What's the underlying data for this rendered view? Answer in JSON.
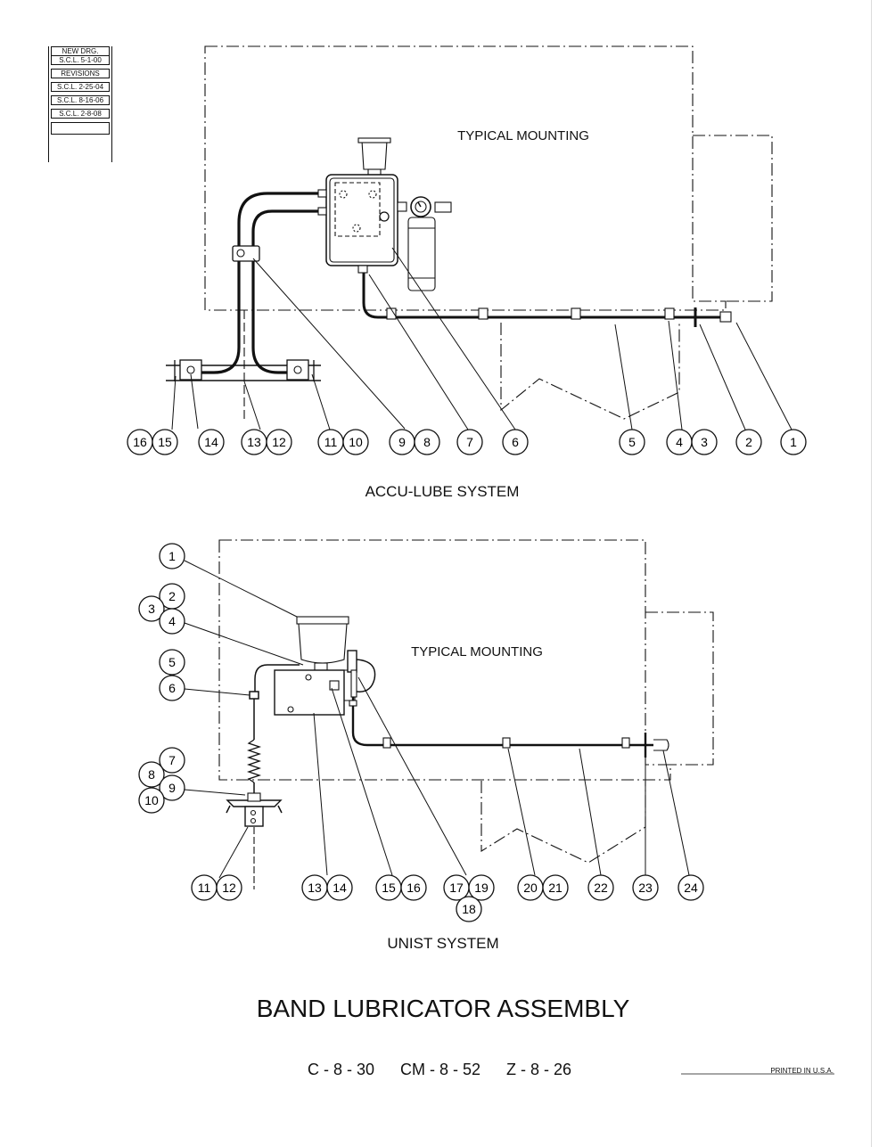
{
  "revision_block": {
    "new_drg_label": "NEW DRG.",
    "new_drg_date": "S.C.L. 5-1-00",
    "revisions_label": "REVISIONS",
    "revisions": [
      "S.C.L. 2-25-04",
      "S.C.L. 8-16-06",
      "S.C.L. 2-8-08"
    ]
  },
  "accu_lube": {
    "mounting_label": "TYPICAL MOUNTING",
    "caption": "ACCU-LUBE SYSTEM",
    "callouts": [
      {
        "id": "16-15",
        "numbers": [
          "16",
          "15"
        ]
      },
      {
        "id": "14",
        "numbers": [
          "14"
        ]
      },
      {
        "id": "13-12",
        "numbers": [
          "13",
          "12"
        ]
      },
      {
        "id": "11-10",
        "numbers": [
          "11",
          "10"
        ]
      },
      {
        "id": "9-8",
        "numbers": [
          "9",
          "8"
        ]
      },
      {
        "id": "7",
        "numbers": [
          "7"
        ]
      },
      {
        "id": "6",
        "numbers": [
          "6"
        ]
      },
      {
        "id": "5",
        "numbers": [
          "5"
        ]
      },
      {
        "id": "4-3",
        "numbers": [
          "4",
          "3"
        ]
      },
      {
        "id": "2",
        "numbers": [
          "2"
        ]
      },
      {
        "id": "1",
        "numbers": [
          "1"
        ]
      }
    ]
  },
  "unist": {
    "mounting_label": "TYPICAL MOUNTING",
    "caption": "UNIST SYSTEM",
    "left_callouts": [
      "1",
      "2",
      "3",
      "4",
      "5",
      "6",
      "7",
      "8",
      "9",
      "10"
    ],
    "bottom_callouts": [
      {
        "id": "11-12",
        "numbers": [
          "11",
          "12"
        ]
      },
      {
        "id": "13-14",
        "numbers": [
          "13",
          "14"
        ]
      },
      {
        "id": "15-16",
        "numbers": [
          "15",
          "16"
        ]
      },
      {
        "id": "17-19",
        "numbers": [
          "17",
          "19"
        ]
      },
      {
        "id": "18",
        "numbers": [
          "18"
        ]
      },
      {
        "id": "20-21",
        "numbers": [
          "20",
          "21"
        ]
      },
      {
        "id": "22",
        "numbers": [
          "22"
        ]
      },
      {
        "id": "23",
        "numbers": [
          "23"
        ]
      },
      {
        "id": "24",
        "numbers": [
          "24"
        ]
      }
    ]
  },
  "title": "BAND LUBRICATOR ASSEMBLY",
  "models": [
    "C - 8 - 30",
    "CM - 8 - 52",
    "Z - 8 - 26"
  ],
  "printed": "PRINTED IN U.S.A."
}
